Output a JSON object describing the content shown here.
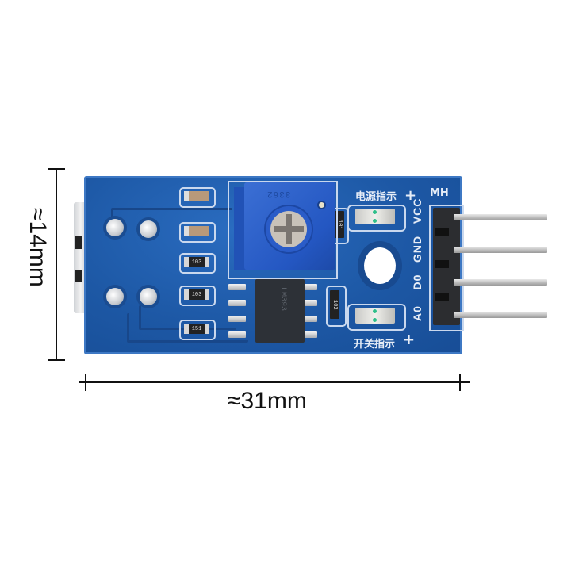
{
  "product": {
    "type": "sensor module PCB (LM393 comparator board)",
    "board_color": "#1f5aa6"
  },
  "dimensions": {
    "height_label": "≈14mm",
    "width_label": "≈31mm"
  },
  "silkscreen": {
    "power_indicator": "电源指示",
    "switch_indicator": "开关指示",
    "plus_top": "+",
    "plus_bottom": "+",
    "brand": "MH",
    "pins": [
      "A0",
      "D0",
      "GND",
      "VCC"
    ]
  },
  "components": {
    "resistors": [
      {
        "id": "R1",
        "code": "103"
      },
      {
        "id": "R2",
        "code": "103"
      },
      {
        "id": "R3",
        "code": "151"
      },
      {
        "id": "R4",
        "code": "101"
      },
      {
        "id": "R5",
        "code": "102"
      }
    ],
    "potentiometer_code": "3362",
    "ic_text": "LM393",
    "leds": [
      "power-led",
      "switch-led"
    ]
  },
  "header_pin_count": 4
}
